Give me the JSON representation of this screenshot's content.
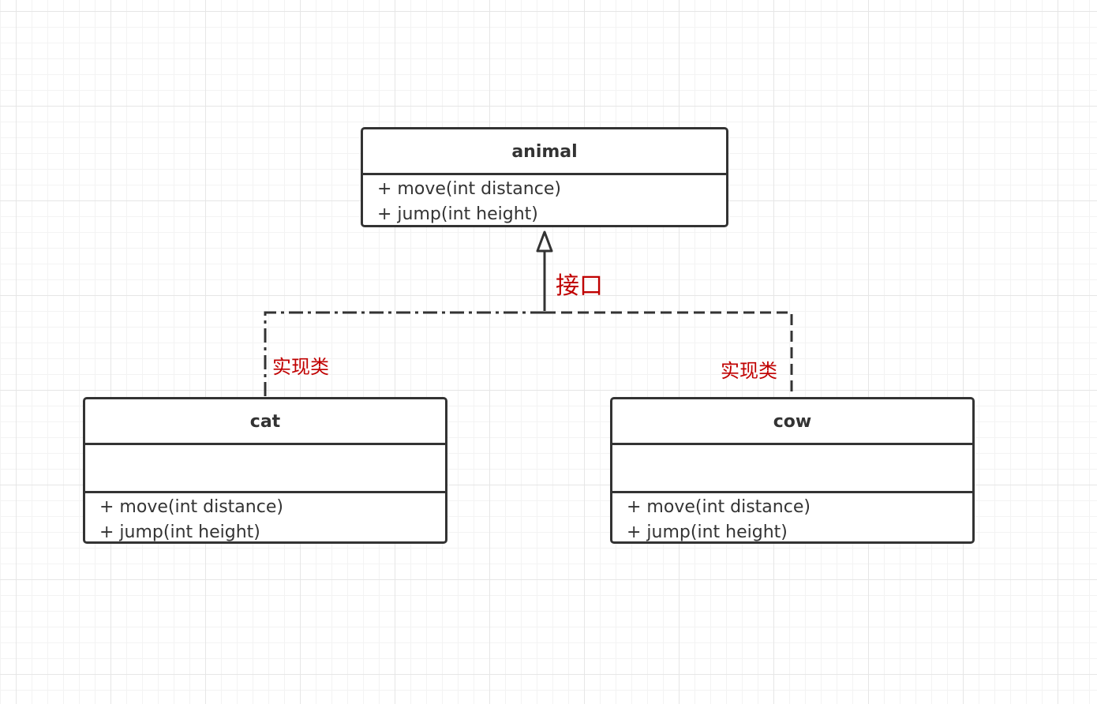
{
  "diagram": {
    "classes": {
      "animal": {
        "name": "animal",
        "methods": [
          "+ move(int distance)",
          "+ jump(int height)"
        ]
      },
      "cat": {
        "name": "cat",
        "methods": [
          "+ move(int distance)",
          "+ jump(int height)"
        ]
      },
      "cow": {
        "name": "cow",
        "methods": [
          "+ move(int distance)",
          "+ jump(int height)"
        ]
      }
    },
    "labels": {
      "interface": "接口",
      "impl_left": "实现类",
      "impl_right": "实现类"
    },
    "colors": {
      "stroke": "#333333",
      "label": "#c00000",
      "grid": "#e6e6e6"
    }
  }
}
